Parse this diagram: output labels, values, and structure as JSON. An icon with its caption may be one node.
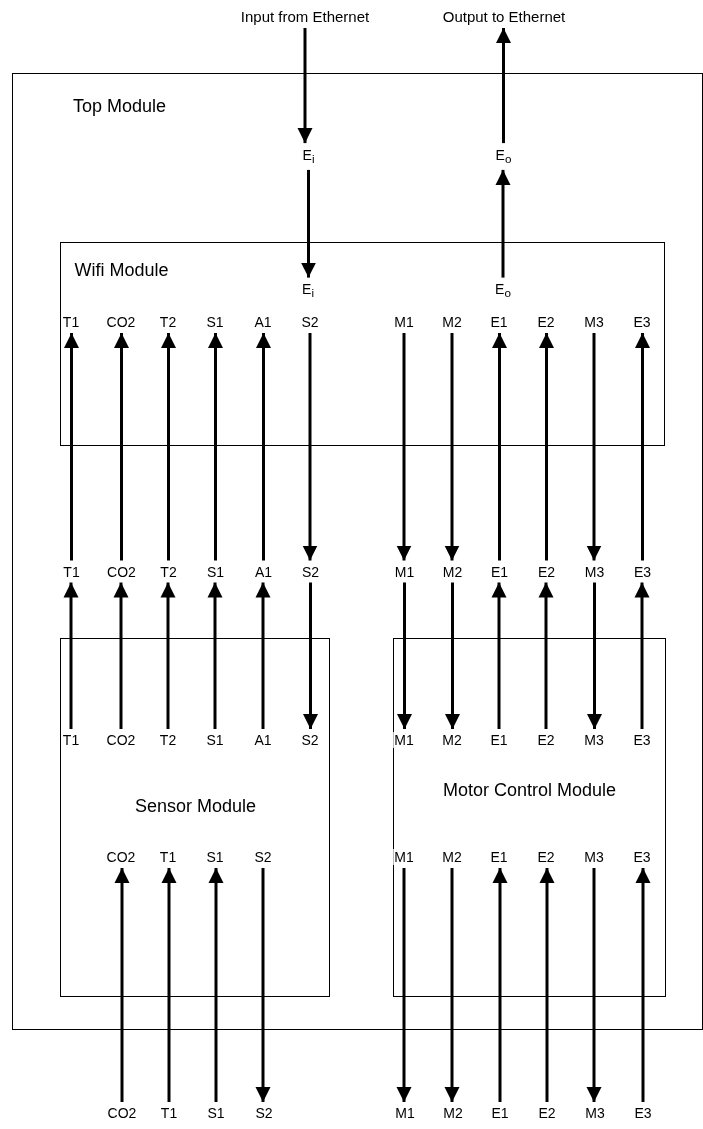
{
  "diagram": {
    "nodes": [
      {
        "text": [
          "Input from Ethernet"
        ]
      },
      {
        "text": [
          "Output to Ethernet"
        ]
      },
      {
        "text": [
          "Top Module"
        ]
      },
      {
        "text": [
          "E$_{i}$"
        ],
        "in": 2
      },
      {
        "text": [
          "E$_{o}$"
        ],
        "in": 2
      },
      {
        "text": [
          "Wifi Module"
        ],
        "in": 2
      },
      {
        "text": [
          "E$_{i}$"
        ],
        "in": 5
      },
      {
        "text": [
          "E$_{o}$"
        ],
        "in": 5
      },
      {
        "text": [
          "T1"
        ],
        "in": 5
      },
      {
        "text": [
          "CO2"
        ],
        "in": 5
      },
      {
        "text": [
          "T2"
        ],
        "in": 5
      },
      {
        "text": [
          "S1"
        ],
        "in": 5
      },
      {
        "text": [
          "A1"
        ],
        "in": 5
      },
      {
        "text": [
          "S2"
        ],
        "in": 5
      },
      {
        "text": [
          "M1"
        ],
        "in": 5
      },
      {
        "text": [
          "M2"
        ],
        "in": 5
      },
      {
        "text": [
          "E1"
        ],
        "in": 5
      },
      {
        "text": [
          "E2"
        ],
        "in": 5
      },
      {
        "text": [
          "M3"
        ],
        "in": 5
      },
      {
        "text": [
          "E3"
        ],
        "in": 5
      },
      {
        "text": [
          "T1"
        ],
        "in": 2
      },
      {
        "text": [
          "CO2"
        ],
        "in": 2
      },
      {
        "text": [
          "T2"
        ],
        "in": 2
      },
      {
        "text": [
          "S1"
        ],
        "in": 2
      },
      {
        "text": [
          "A1"
        ],
        "in": 2
      },
      {
        "text": [
          "S2"
        ],
        "in": 2
      },
      {
        "text": [
          "M1"
        ],
        "in": 2
      },
      {
        "text": [
          "M2"
        ],
        "in": 2
      },
      {
        "text": [
          "E1"
        ],
        "in": 2
      },
      {
        "text": [
          "E2"
        ],
        "in": 2
      },
      {
        "text": [
          "M3"
        ],
        "in": 2
      },
      {
        "text": [
          "E3"
        ],
        "in": 2
      },
      {
        "text": [
          "Sensor Module"
        ],
        "in": 2
      },
      {
        "text": [
          "T1"
        ],
        "in": 32
      },
      {
        "text": [
          "CO2"
        ],
        "in": 32
      },
      {
        "text": [
          "T2"
        ],
        "in": 32
      },
      {
        "text": [
          "S1"
        ],
        "in": 32
      },
      {
        "text": [
          "A1"
        ],
        "in": 32
      },
      {
        "text": [
          "S2"
        ],
        "in": 32
      },
      {
        "text": [
          "CO2"
        ],
        "in": 32
      },
      {
        "text": [
          "T1"
        ],
        "in": 32
      },
      {
        "text": [
          "S1"
        ],
        "in": 32
      },
      {
        "text": [
          "S2"
        ],
        "in": 32
      },
      {
        "text": [
          "Motor Control Module"
        ],
        "in": 2
      },
      {
        "text": [
          "M1"
        ],
        "in": 43
      },
      {
        "text": [
          "M2"
        ],
        "in": 43
      },
      {
        "text": [
          "E1"
        ],
        "in": 43
      },
      {
        "text": [
          "E2"
        ],
        "in": 43
      },
      {
        "text": [
          "M3"
        ],
        "in": 43
      },
      {
        "text": [
          "E3"
        ],
        "in": 43
      },
      {
        "text": [
          "M1"
        ],
        "in": 43
      },
      {
        "text": [
          "M2"
        ],
        "in": 43
      },
      {
        "text": [
          "E1"
        ],
        "in": 43
      },
      {
        "text": [
          "E2"
        ],
        "in": 43
      },
      {
        "text": [
          "M3"
        ],
        "in": 43
      },
      {
        "text": [
          "E3"
        ],
        "in": 43
      },
      {
        "text": [
          "CO2"
        ]
      },
      {
        "text": [
          "T1"
        ]
      },
      {
        "text": [
          "S1"
        ]
      },
      {
        "text": [
          "S2"
        ]
      },
      {
        "text": [
          "M1"
        ]
      },
      {
        "text": [
          "M2"
        ]
      },
      {
        "text": [
          "E1"
        ]
      },
      {
        "text": [
          "E2"
        ]
      },
      {
        "text": [
          "M3"
        ]
      },
      {
        "text": [
          "E3"
        ]
      }
    ],
    "edges": [
      {
        "from": 0,
        "to": 3,
        "arrow": "to"
      },
      {
        "from": 3,
        "to": 6,
        "arrow": "to"
      },
      {
        "from": 7,
        "to": 4,
        "arrow": "to"
      },
      {
        "from": 4,
        "to": 1,
        "arrow": "to"
      },
      {
        "from": 20,
        "to": 8,
        "arrow": "to"
      },
      {
        "from": 21,
        "to": 9,
        "arrow": "to"
      },
      {
        "from": 22,
        "to": 10,
        "arrow": "to"
      },
      {
        "from": 23,
        "to": 11,
        "arrow": "to"
      },
      {
        "from": 24,
        "to": 12,
        "arrow": "to"
      },
      {
        "from": 13,
        "to": 25,
        "arrow": "to"
      },
      {
        "from": 14,
        "to": 26,
        "arrow": "to"
      },
      {
        "from": 15,
        "to": 27,
        "arrow": "to"
      },
      {
        "from": 28,
        "to": 16,
        "arrow": "to"
      },
      {
        "from": 29,
        "to": 17,
        "arrow": "to"
      },
      {
        "from": 18,
        "to": 30,
        "arrow": "to"
      },
      {
        "from": 31,
        "to": 19,
        "arrow": "to"
      },
      {
        "from": 33,
        "to": 20,
        "arrow": "to"
      },
      {
        "from": 34,
        "to": 21,
        "arrow": "to"
      },
      {
        "from": 35,
        "to": 22,
        "arrow": "to"
      },
      {
        "from": 36,
        "to": 23,
        "arrow": "to"
      },
      {
        "from": 37,
        "to": 24,
        "arrow": "to"
      },
      {
        "from": 25,
        "to": 38,
        "arrow": "to"
      },
      {
        "from": 26,
        "to": 44,
        "arrow": "to"
      },
      {
        "from": 27,
        "to": 45,
        "arrow": "to"
      },
      {
        "from": 46,
        "to": 28,
        "arrow": "to"
      },
      {
        "from": 47,
        "to": 29,
        "arrow": "to"
      },
      {
        "from": 30,
        "to": 48,
        "arrow": "to"
      },
      {
        "from": 49,
        "to": 31,
        "arrow": "to"
      },
      {
        "from": 56,
        "to": 39,
        "arrow": "to"
      },
      {
        "from": 57,
        "to": 40,
        "arrow": "to"
      },
      {
        "from": 58,
        "to": 41,
        "arrow": "to"
      },
      {
        "from": 42,
        "to": 59,
        "arrow": "to"
      },
      {
        "from": 50,
        "to": 60,
        "arrow": "to"
      },
      {
        "from": 51,
        "to": 61,
        "arrow": "to"
      },
      {
        "from": 62,
        "to": 52,
        "arrow": "to"
      },
      {
        "from": 63,
        "to": 53,
        "arrow": "to"
      },
      {
        "from": 54,
        "to": 64,
        "arrow": "to"
      },
      {
        "from": 65,
        "to": 55,
        "arrow": "to"
      }
    ]
  }
}
